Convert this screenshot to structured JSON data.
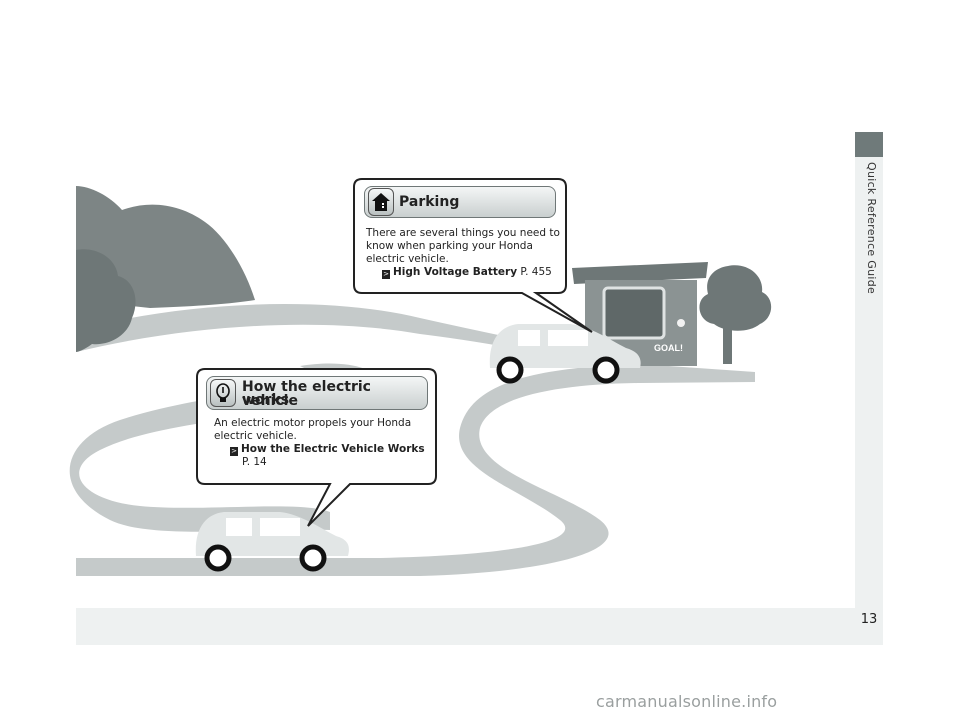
{
  "sidebar": {
    "label": "Quick Reference Guide"
  },
  "page": {
    "number": "13"
  },
  "callouts": {
    "parking": {
      "title": "Parking",
      "icon": "house-icon",
      "lines": [
        "There are several things you need to",
        "know when parking your Honda",
        "electric vehicle."
      ],
      "ref_title": "High Voltage Battery",
      "ref_page": "P. 455"
    },
    "electric": {
      "title_line1": "How the electric vehicle",
      "title_line2": "works",
      "icon": "lightbulb-icon",
      "lines": [
        "An electric motor propels your Honda",
        "electric vehicle."
      ],
      "ref_title": "How the Electric Vehicle Works",
      "ref_page": "P. 14"
    }
  },
  "goal_sign": "GOAL!",
  "watermark": "carmanualsonline.info",
  "colors": {
    "road": "#c5caca",
    "hill": "#7d8585",
    "house": "#8b9393",
    "tree": "#6e7777",
    "car": "#e2e6e6"
  }
}
